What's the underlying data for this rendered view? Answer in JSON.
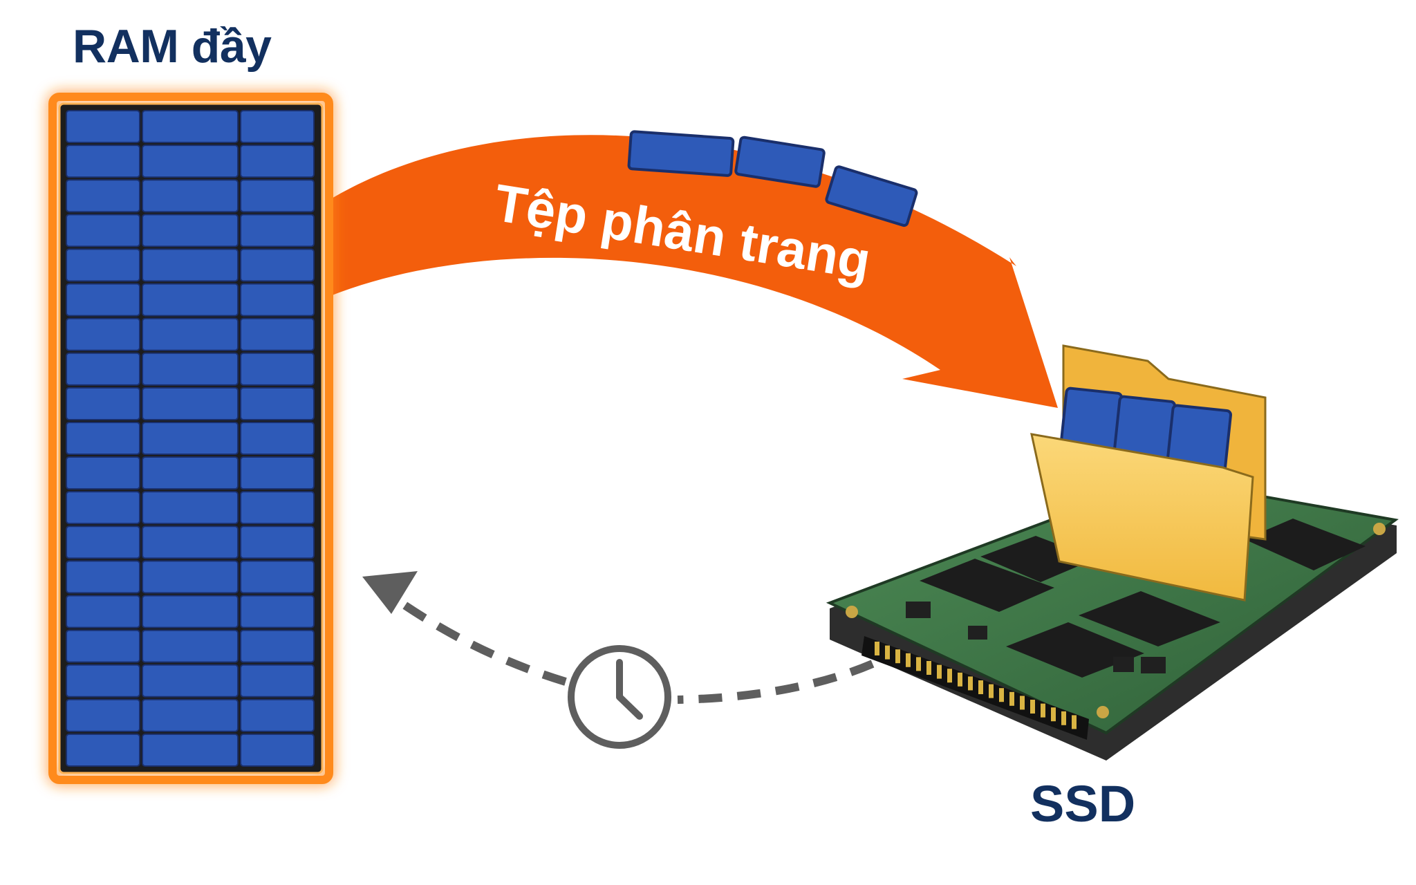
{
  "labels": {
    "ram": "RAM đầy",
    "arrow": "Tệp phân trang",
    "ssd": "SSD"
  },
  "ram_module": {
    "rows": 19,
    "columns": 3,
    "state": "full"
  },
  "colors": {
    "block_blue": "#2e5ab8",
    "block_border": "#1a2f6b",
    "glow_orange": "#ff8a1f",
    "arrow_orange": "#f35e0c",
    "label_navy": "#12305f",
    "folder_yellow": "#f8c957",
    "pcb_green": "#3f7a4a",
    "dash_gray": "#5e5e5e"
  },
  "icons": {
    "return_timer": "clock-icon",
    "storage_folder": "folder-icon"
  }
}
